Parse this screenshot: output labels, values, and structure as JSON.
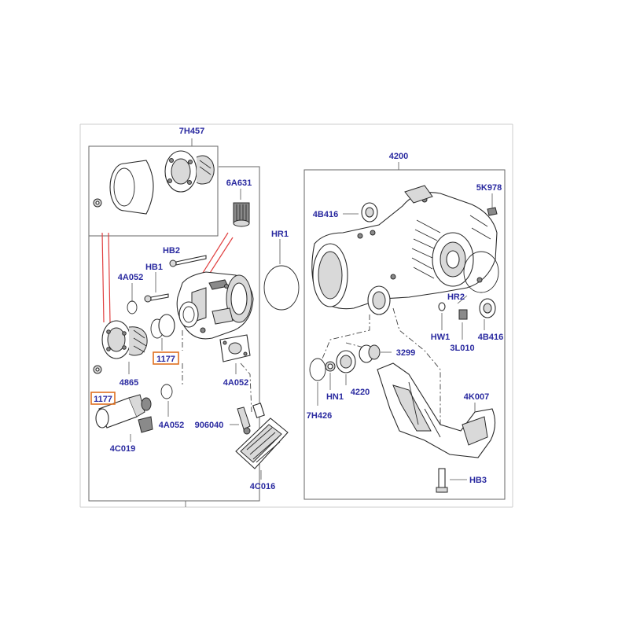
{
  "labels": {
    "l7H457": "7H457",
    "l6A631": "6A631",
    "lHR1": "HR1",
    "l4200": "4200",
    "l5K978": "5K978",
    "l4B416a": "4B416",
    "lHB2": "HB2",
    "lHB1": "HB1",
    "l4A052a": "4A052",
    "l1177a": "1177",
    "l4865": "4865",
    "l1177b": "1177",
    "l4A052b": "4A052",
    "l4A052c": "4A052",
    "l906040": "906040",
    "l4C019": "4C019",
    "l4C016": "4C016",
    "lHR2": "HR2",
    "lHW1": "HW1",
    "l3L010": "3L010",
    "l4B416b": "4B416",
    "l3299": "3299",
    "lHN1": "HN1",
    "l4220": "4220",
    "l7H426": "7H426",
    "l4K007": "4K007",
    "lHB3": "HB3"
  },
  "colors": {
    "label_text": "#2a2aa0",
    "highlight_box": "#e07020",
    "red_lines": "#e04040",
    "line_art": "#2a2a2a"
  }
}
